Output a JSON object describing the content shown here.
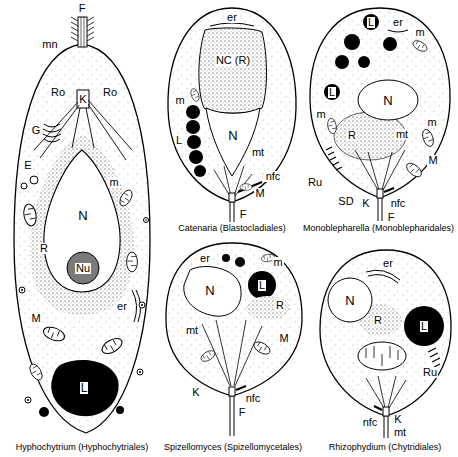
{
  "diagram": {
    "labels": [
      "F",
      "mn",
      "Ro",
      "K",
      "Ro",
      "G",
      "E",
      "R",
      "m",
      "N",
      "Nu",
      "er",
      "M",
      "L",
      "Hyphochytrium (Hyphochytriales)",
      "er",
      "NC (R)",
      "m",
      "L",
      "N",
      "mt",
      "nfc",
      "M",
      "F",
      "Catenaria (Blastocladiales)",
      "L",
      "er",
      "m",
      "L",
      "m",
      "N",
      "m",
      "R",
      "mt",
      "M",
      "Ru",
      "SD",
      "K",
      "nfc",
      "F",
      "Monoblepharella (Monoblepharidales)",
      "er",
      "m",
      "L",
      "N",
      "R",
      "mt",
      "M",
      "K",
      "nfc",
      "F",
      "Spizellomyces (Spizellomycetales)",
      "er",
      "N",
      "R",
      "L",
      "Ru",
      "nfc",
      "K",
      "mt",
      "Rhizophydium (Chytridiales)"
    ]
  }
}
